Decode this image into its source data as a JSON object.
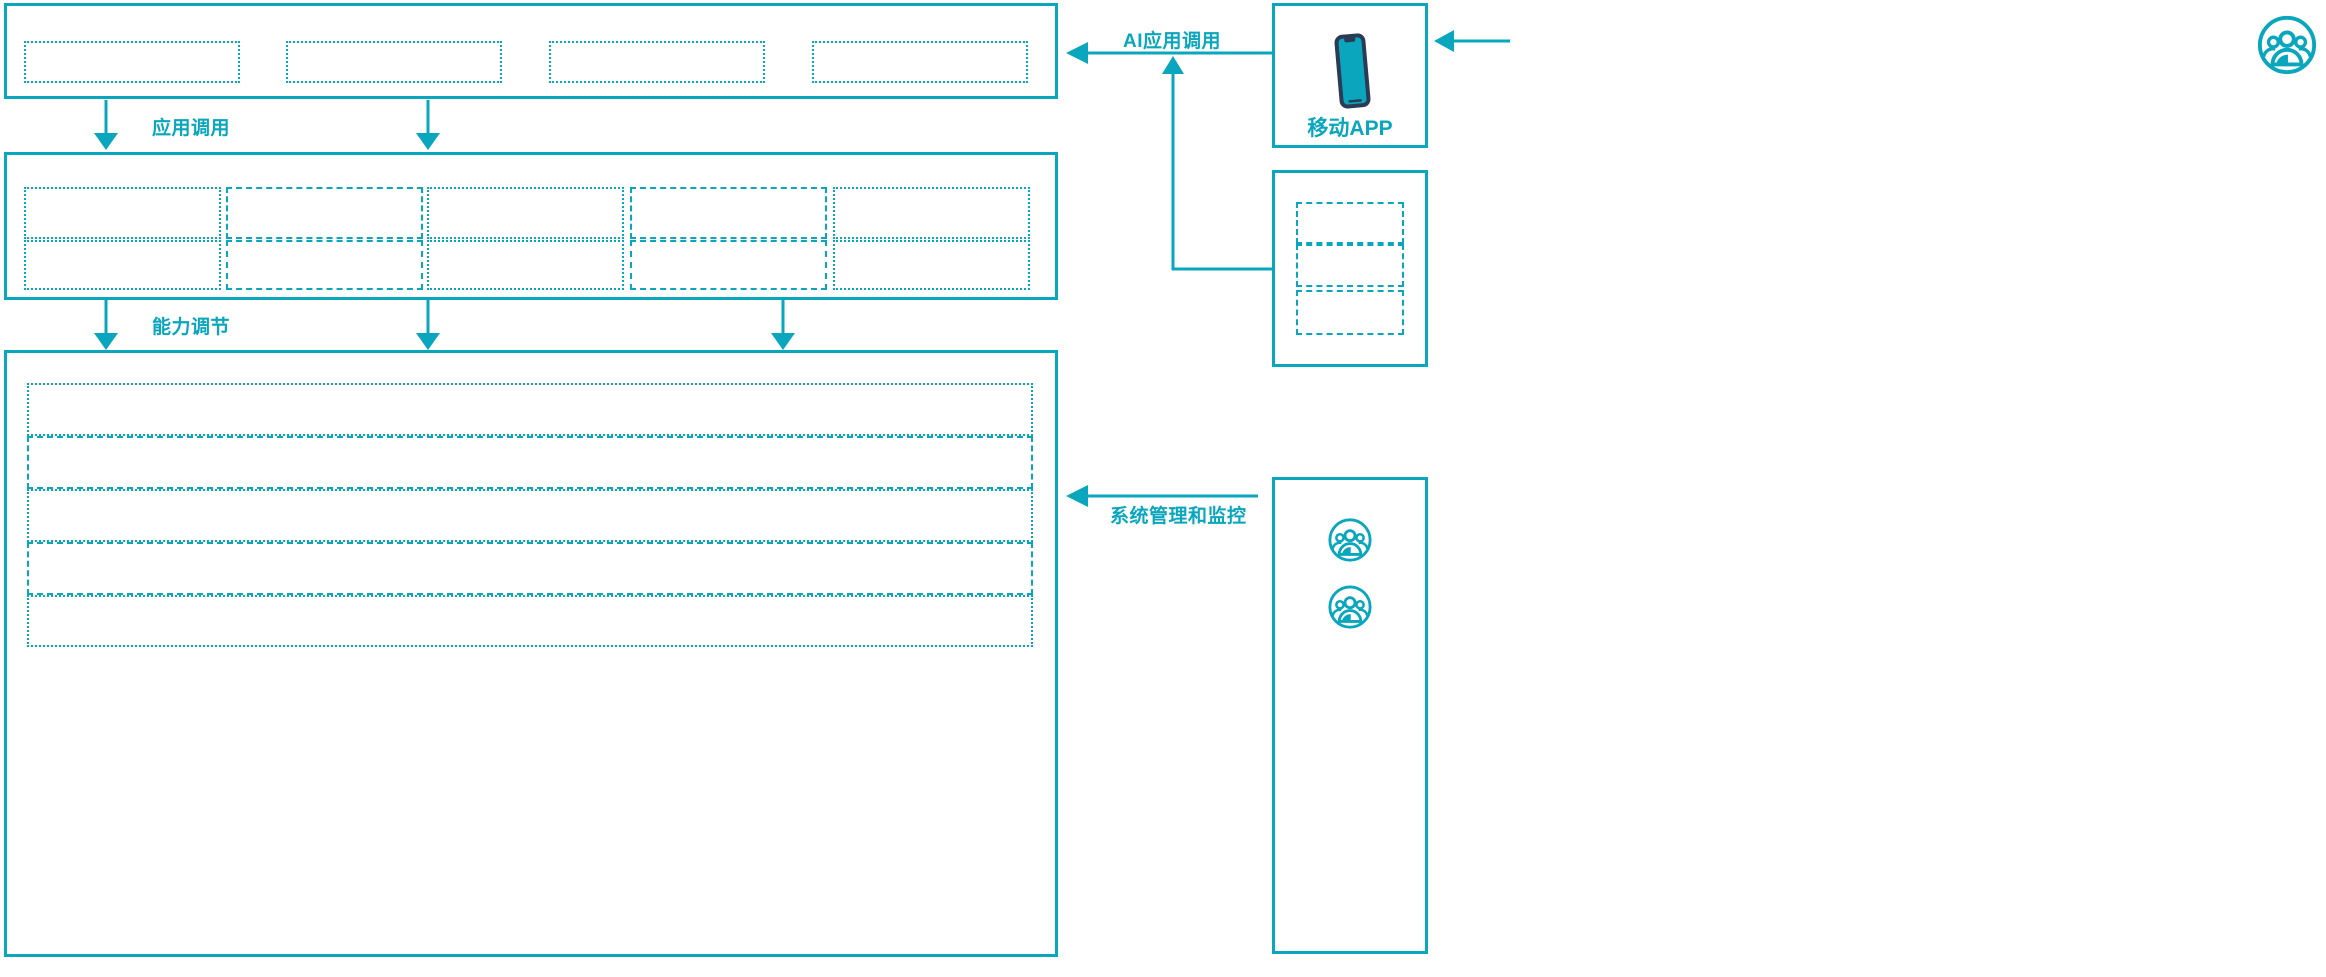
{
  "diagram": {
    "accent_color": "#0aa6bd",
    "phone_frame_color": "#2b3a55",
    "background": "#ffffff"
  },
  "left_column": {
    "application_layer": {
      "name": "application-layer-panel",
      "slots": [
        {
          "label": ""
        },
        {
          "label": ""
        },
        {
          "label": ""
        },
        {
          "label": ""
        }
      ]
    },
    "capability_layer": {
      "name": "capability-layer-panel",
      "columns": [
        {
          "top": "",
          "bottom": ""
        },
        {
          "top": "",
          "bottom": ""
        },
        {
          "top": "",
          "bottom": ""
        },
        {
          "top": "",
          "bottom": ""
        },
        {
          "top": "",
          "bottom": ""
        }
      ]
    },
    "platform_layer": {
      "name": "platform-layer-panel",
      "rows": [
        {
          "label": ""
        },
        {
          "label": ""
        },
        {
          "label": ""
        },
        {
          "label": ""
        },
        {
          "label": ""
        }
      ]
    }
  },
  "flow_labels": {
    "application_call": "应用调用",
    "capability_adjust": "能力调节",
    "ai_application_call": "AI应用调用",
    "system_management": "系统管理和监控"
  },
  "right_column": {
    "mobile_app_card": {
      "caption": "移动APP",
      "icon": "smartphone-icon"
    },
    "panel_with_rows": {
      "rows": [
        {
          "label": ""
        },
        {
          "label": ""
        },
        {
          "label": ""
        }
      ]
    },
    "operations_card": {
      "icons": [
        {
          "name": "users-group-icon"
        },
        {
          "name": "users-group-icon"
        }
      ]
    },
    "external_actor": {
      "icon": "users-group-icon"
    }
  }
}
